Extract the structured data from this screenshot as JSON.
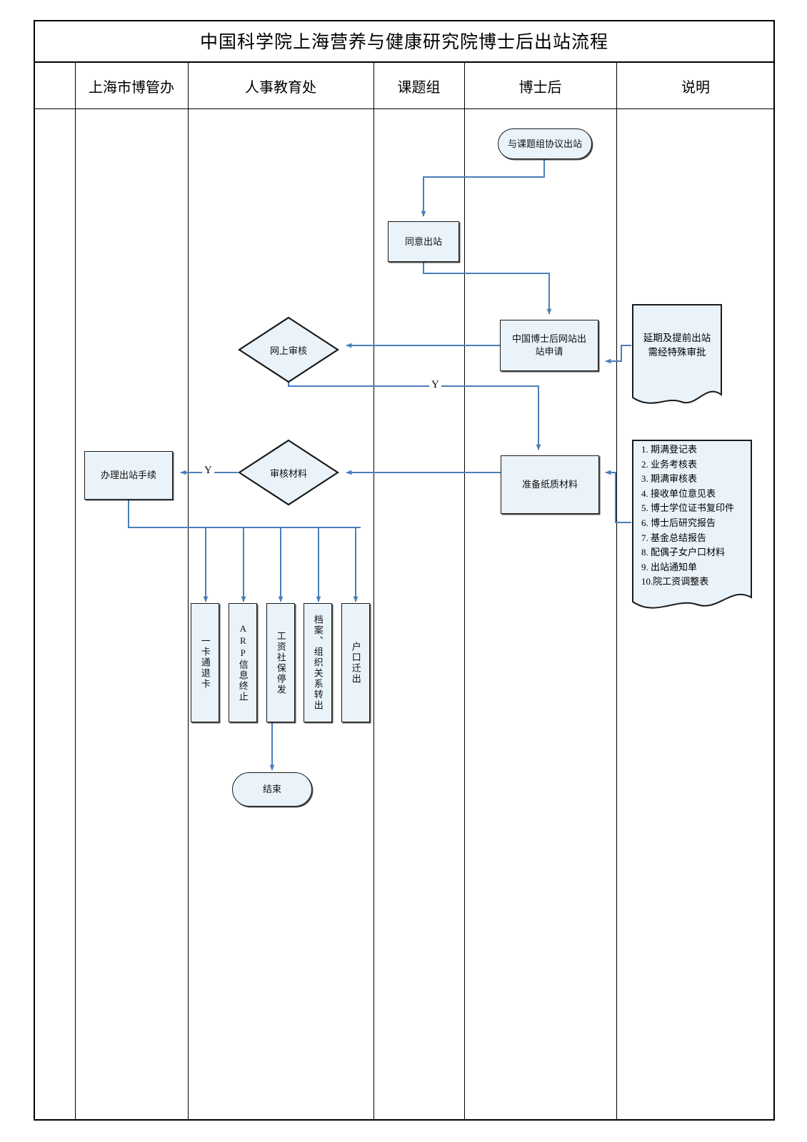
{
  "document": {
    "title": "中国科学院上海营养与健康研究院博士后出站流程",
    "type": "swimlane-flowchart"
  },
  "columns": [
    {
      "id": "gutter",
      "label": ""
    },
    {
      "id": "bgb",
      "label": "上海市博管办"
    },
    {
      "id": "hr",
      "label": "人事教育处"
    },
    {
      "id": "group",
      "label": "课题组"
    },
    {
      "id": "postdoc",
      "label": "博士后"
    },
    {
      "id": "notes",
      "label": "说明"
    }
  ],
  "nodes": {
    "start": {
      "label": "与课题组协议出站",
      "shape": "terminator",
      "lane": "postdoc"
    },
    "agree": {
      "label": "同意出站",
      "shape": "process",
      "lane": "group"
    },
    "online_apply": {
      "label": "中国博士后网站出站申请",
      "shape": "process",
      "lane": "postdoc"
    },
    "online_review": {
      "label": "网上审核",
      "shape": "decision",
      "lane": "hr"
    },
    "prepare_docs": {
      "label": "准备纸质材料",
      "shape": "process",
      "lane": "postdoc"
    },
    "review_docs": {
      "label": "审核材料",
      "shape": "decision",
      "lane": "hr"
    },
    "leave_formalities": {
      "label": "办理出站手续",
      "shape": "process",
      "lane": "bgb"
    },
    "task_card": {
      "label": "一卡通退卡",
      "shape": "process-vertical",
      "lane": "hr"
    },
    "task_arp": {
      "label": "ARP信息终止",
      "shape": "process-vertical",
      "lane": "hr"
    },
    "task_salary": {
      "label": "工资社保停发",
      "shape": "process-vertical",
      "lane": "hr"
    },
    "task_archive": {
      "label": "档案、组织关系转出",
      "shape": "process-vertical",
      "lane": "hr"
    },
    "task_hukou": {
      "label": "户口迁出",
      "shape": "process-vertical",
      "lane": "hr"
    },
    "end": {
      "label": "结束",
      "shape": "terminator",
      "lane": "hr"
    }
  },
  "notes": {
    "special_approval": {
      "lines": [
        "延期及提前出站",
        "需经特殊审批"
      ]
    },
    "materials_list": {
      "items": [
        "1. 期满登记表",
        "2. 业务考核表",
        "3. 期满审核表",
        "4. 接收单位意见表",
        "5. 博士学位证书复印件",
        "6. 博士后研究报告",
        "7. 基金总结报告",
        "8. 配偶子女户口材料",
        "9. 出站通知单",
        "10.院工资调整表"
      ]
    }
  },
  "edge_labels": {
    "online_review_yes": "Y",
    "review_docs_yes": "Y"
  },
  "colors": {
    "connector": "#4a7ebb",
    "node_fill": "#eaf3fa",
    "node_stroke": "#1a1a1a",
    "table_stroke": "#000000",
    "page_background": "#ffffff"
  }
}
